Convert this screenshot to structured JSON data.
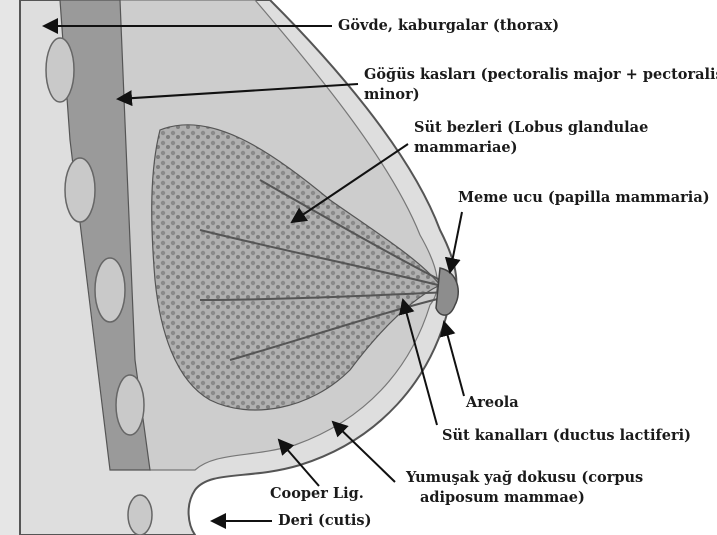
{
  "labels": {
    "thorax": "Gövde, kaburgalar (thorax)",
    "pectoral_line1": "Göğüs kasları (pectoralis major + pectoralis",
    "pectoral_line2": "minor)",
    "lobus_line1": "Süt bezleri (Lobus glandulae",
    "lobus_line2": "mammariae)",
    "papilla": "Meme ucu (papilla mammaria)",
    "areola": "Areola",
    "ductus": "Süt kanalları (ductus lactiferi)",
    "adipose_line1": "Yumuşak yağ dokusu (corpus",
    "adipose_line2": "adiposum mammae)",
    "cooper": "Cooper Lig.",
    "cutis": "Deri (cutis)"
  },
  "colors": {
    "skin": "#d9d9d9",
    "fat": "#cfcfcf",
    "gland": "#9e9e9e",
    "muscle": "#8f8f8f",
    "rib": "#c4c4c4",
    "text": "#1a1a1a"
  }
}
